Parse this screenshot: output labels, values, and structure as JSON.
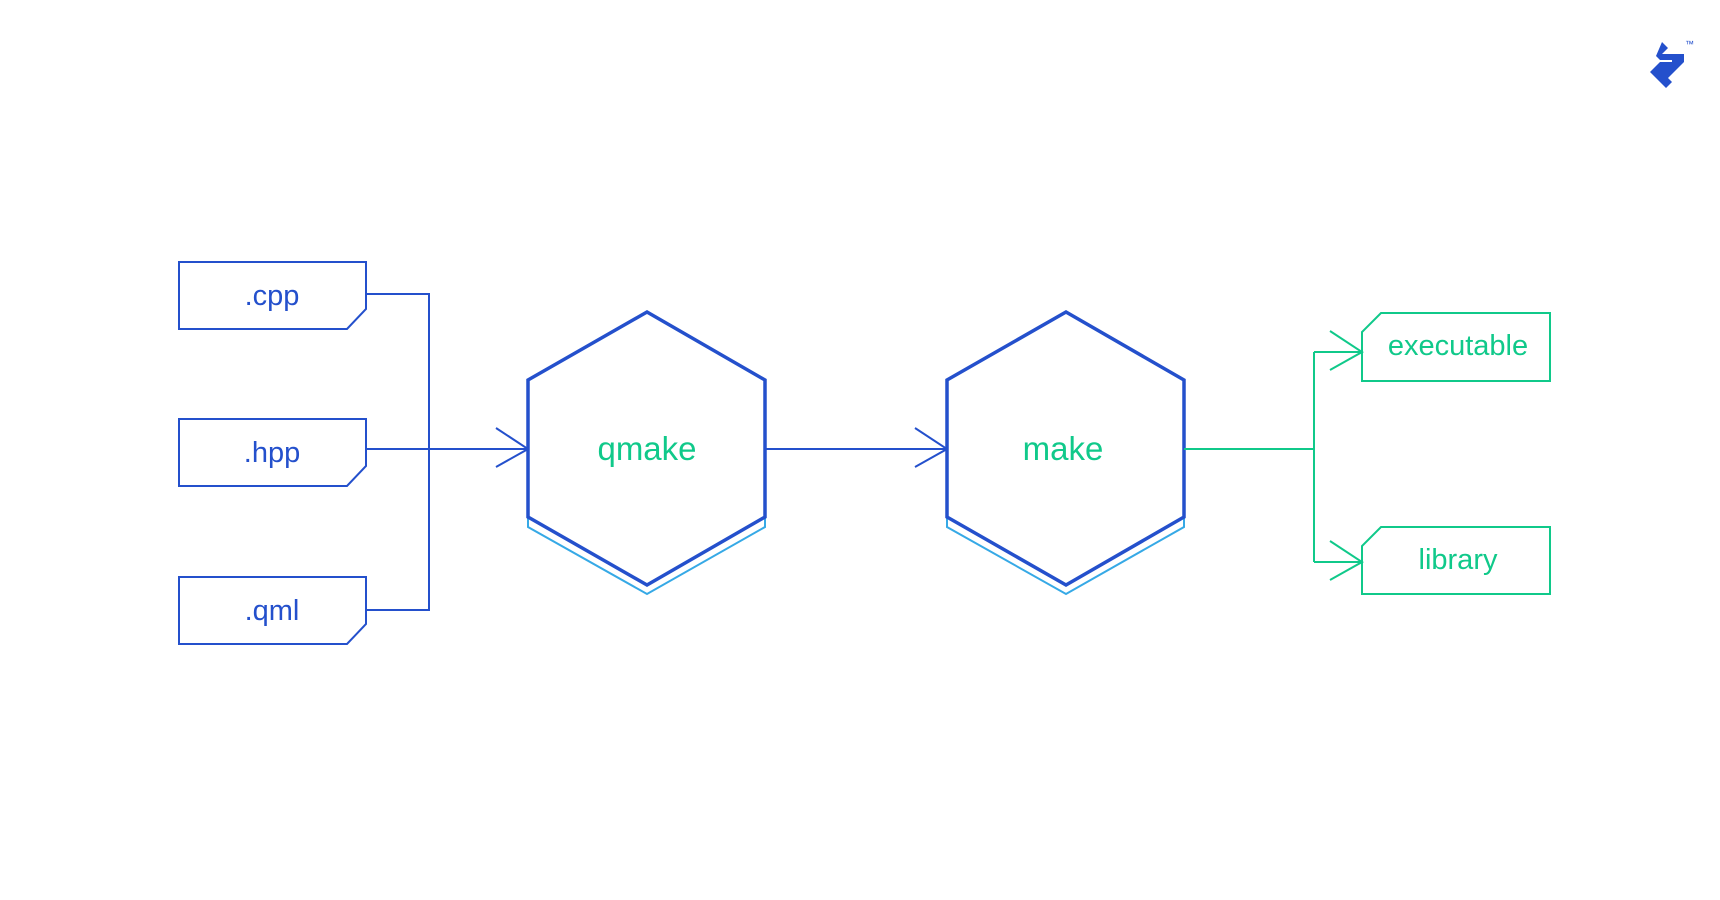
{
  "diagram": {
    "inputs": [
      ".cpp",
      ".hpp",
      ".qml"
    ],
    "processes": [
      "qmake",
      "make"
    ],
    "outputs": [
      "executable",
      "library"
    ]
  },
  "logo": {
    "icon": "toptal-logo-icon",
    "trademark": "™"
  },
  "colors": {
    "primary_blue": "#2450cc",
    "shadow_blue": "#36a9e6",
    "output_green": "#10c98a",
    "background": "#ffffff"
  }
}
